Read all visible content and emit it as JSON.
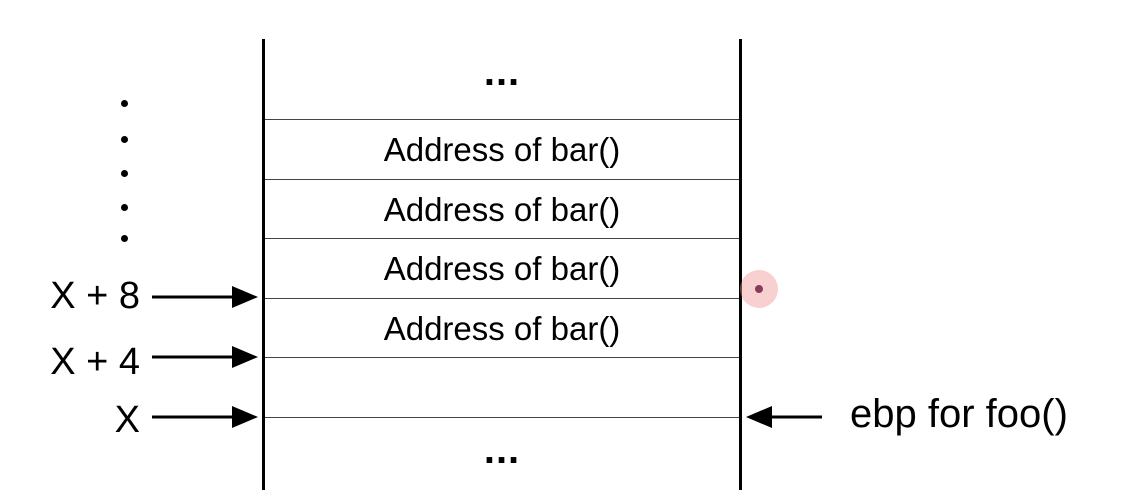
{
  "stack": {
    "top_ellipsis": "...",
    "bottom_ellipsis": "...",
    "cells": [
      {
        "text": "Address of bar()"
      },
      {
        "text": "Address of bar()"
      },
      {
        "text": "Address of bar()"
      },
      {
        "text": "Address of bar()"
      },
      {
        "text": ""
      }
    ]
  },
  "left_labels": {
    "x_plus_8": "X + 8",
    "x_plus_4": "X + 4",
    "x": "X"
  },
  "right_label": {
    "ebp": "ebp for foo()"
  },
  "colors": {
    "line": "#000000",
    "cursor_highlight": "#f09696"
  }
}
